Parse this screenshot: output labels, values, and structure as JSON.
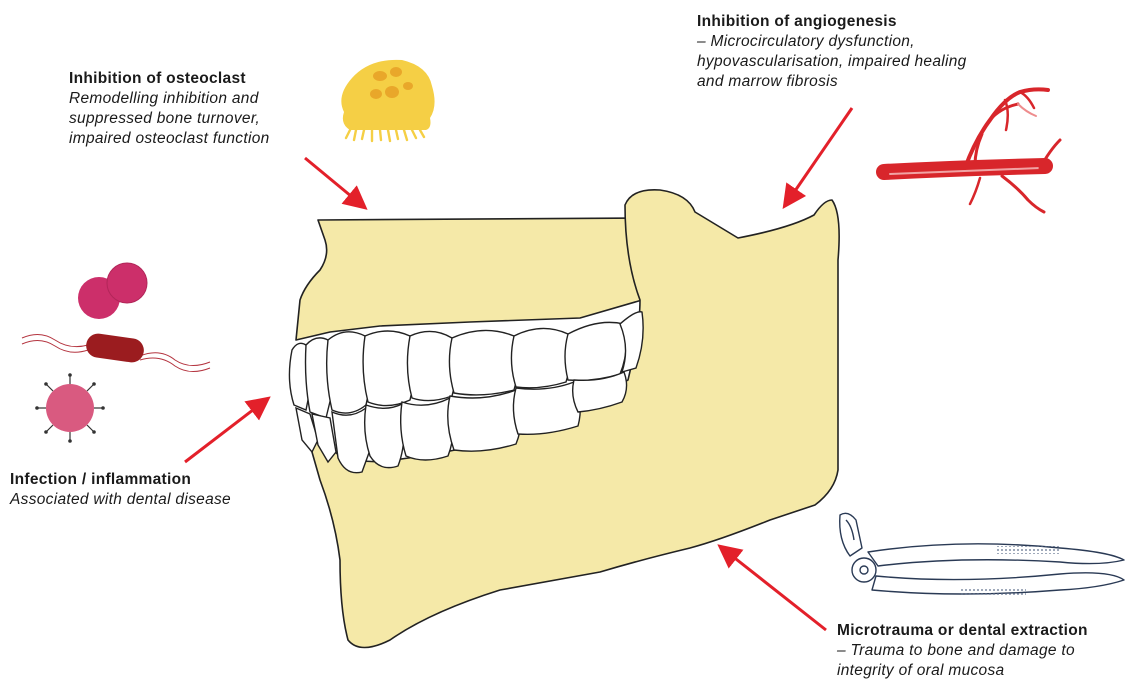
{
  "colors": {
    "bone": "#f5e9a8",
    "outline": "#222222",
    "arrow": "#e3202a",
    "osteoclast": "#f5cf45",
    "vessel": "#d8262b",
    "bacteria_pink": "#cc2f6a",
    "bacillus": "#9b1c1f",
    "virus": "#d95a80",
    "forceps": "#2a3a55"
  },
  "labels": {
    "osteoclast": {
      "title": "Inhibition of osteoclast",
      "desc": "Remodelling inhibition and\nsuppressed bone turnover,\nimpaired osteoclast function"
    },
    "angiogenesis": {
      "title": "Inhibition of angiogenesis",
      "desc": "– Microcirculatory dysfunction,\nhypovascularisation, impaired healing\nand marrow fibrosis"
    },
    "infection": {
      "title": "Infection / inflammation",
      "desc": "Associated with dental disease"
    },
    "microtrauma": {
      "title": "Microtrauma or dental extraction",
      "desc": "– Trauma to bone and damage to\nintegrity of oral mucosa"
    }
  },
  "icons": {
    "osteoclast": "osteoclast-cell-icon",
    "vessels": "blood-vessel-icon",
    "bacteria": "bacteria-icon",
    "bacillus": "bacillus-icon",
    "virus": "virus-icon",
    "forceps": "dental-forceps-icon"
  }
}
